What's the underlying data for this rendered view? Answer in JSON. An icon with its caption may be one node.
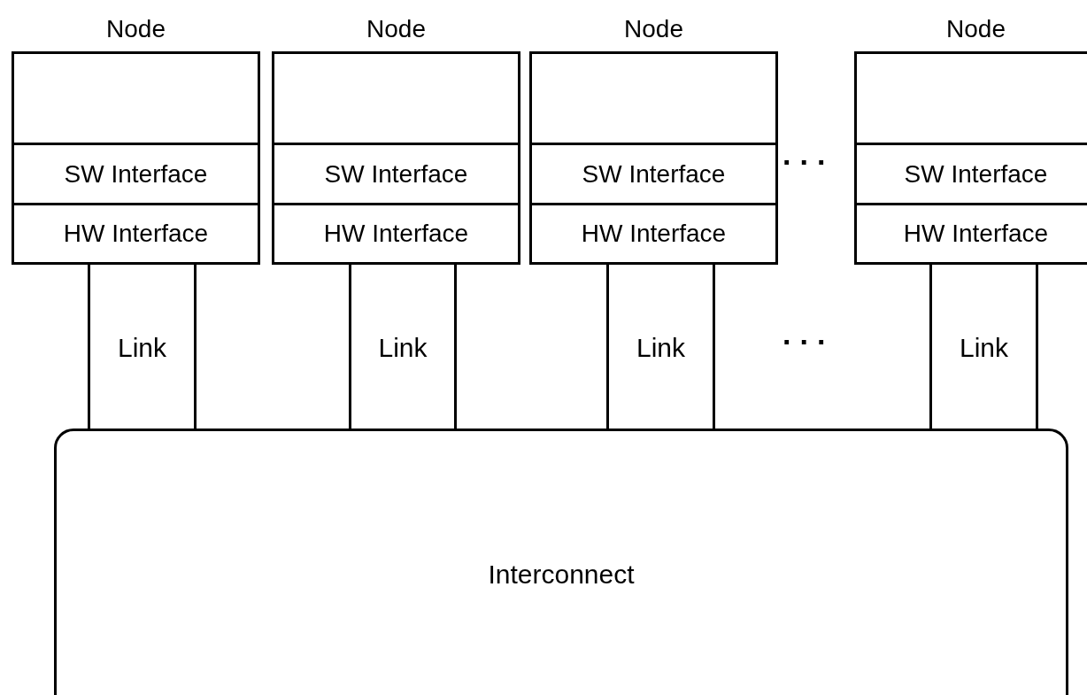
{
  "diagram": {
    "nodes": [
      {
        "text": [
          "Node"
        ]
      },
      {
        "text": [
          "SW Interface"
        ],
        "in": 0
      },
      {
        "text": [
          "HW Interface"
        ],
        "in": 0
      },
      {
        "text": [
          "Node"
        ]
      },
      {
        "text": [
          "SW Interface"
        ],
        "in": 3
      },
      {
        "text": [
          "HW Interface"
        ],
        "in": 3
      },
      {
        "text": [
          "Node"
        ]
      },
      {
        "text": [
          "SW Interface"
        ],
        "in": 6
      },
      {
        "text": [
          "HW Interface"
        ],
        "in": 6
      },
      {
        "text": [
          "Node"
        ]
      },
      {
        "text": [
          "SW Interface"
        ],
        "in": 9
      },
      {
        "text": [
          "HW Interface"
        ],
        "in": 9
      },
      {
        "text": [
          "Link"
        ]
      },
      {
        "text": [
          "Link"
        ]
      },
      {
        "text": [
          "Link"
        ]
      },
      {
        "text": [
          "Link"
        ]
      },
      {
        "text": [
          "Interconnect"
        ]
      }
    ],
    "labels": [
      "...",
      "..."
    ]
  }
}
